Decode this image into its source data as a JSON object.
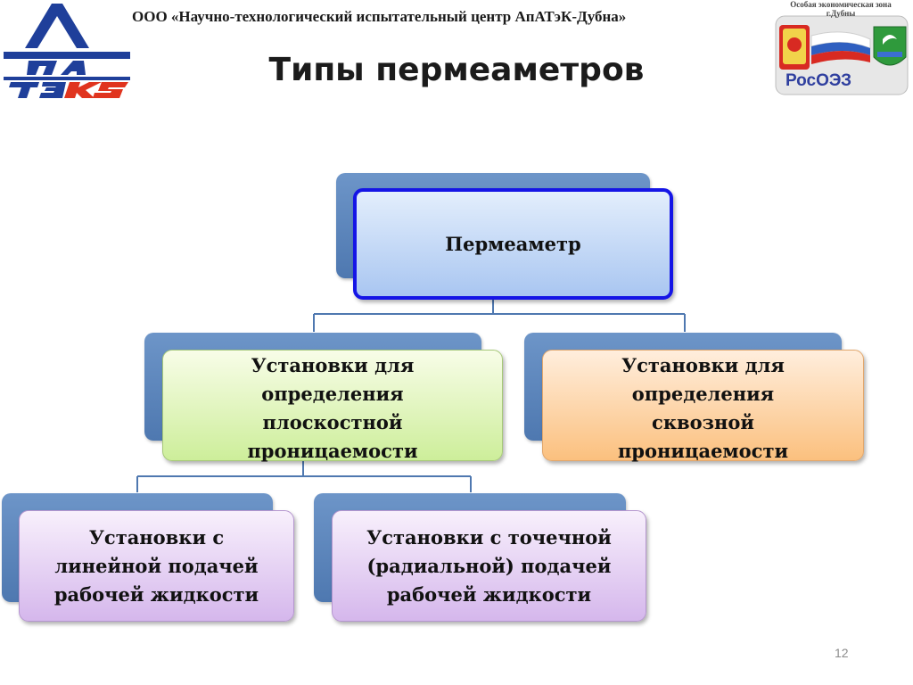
{
  "header": {
    "company": "ООО «Научно-технологический испытательный центр АпАТэК-Дубна»",
    "title": "Типы пермеаметров"
  },
  "logos": {
    "left": {
      "icon": "apatek-logo-icon",
      "colors": [
        "#1f3f9a",
        "#e0341e"
      ]
    },
    "right": {
      "icon": "oez-dubna-logo-icon",
      "caption_line1": "Особая экономическая зона",
      "caption_line2": "г.Дубны",
      "brand": "РосОЭЗ"
    }
  },
  "diagram": {
    "root": {
      "label": "Пермеаметр"
    },
    "level1": [
      {
        "label": "Установки для\nопределения\nплоскостной\nпроницаемости",
        "color": "#cdee9a"
      },
      {
        "label": "Установки для\nопределения\nсквозной\nпроницаемости",
        "color": "#fbc07e"
      }
    ],
    "level2": [
      {
        "label": "Установки с\nлинейной подачей\nрабочей жидкости",
        "color": "#d5b7ec"
      },
      {
        "label": "Установки с точечной\n(радиальной) подачей\nрабочей жидкости",
        "color": "#d5b7ec"
      }
    ]
  },
  "footer": {
    "page_number": "12"
  }
}
